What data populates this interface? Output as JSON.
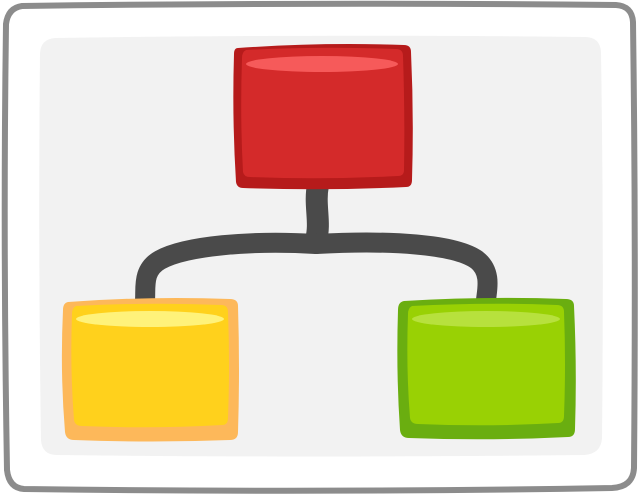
{
  "diagram": {
    "type": "hierarchy",
    "nodes": [
      {
        "id": "root",
        "role": "parent",
        "colors": {
          "body": "#D42A2A",
          "edge": "#B61B1B",
          "highlight": "#F65A5A"
        }
      },
      {
        "id": "left-child",
        "role": "child",
        "colors": {
          "body": "#FFD11C",
          "edge": "#FDB85A",
          "highlight": "#FFF27A"
        }
      },
      {
        "id": "right-child",
        "role": "child",
        "colors": {
          "body": "#99D104",
          "edge": "#6AAE10",
          "highlight": "#B7E13D"
        }
      }
    ],
    "edges": [
      {
        "from": "root",
        "to": "left-child"
      },
      {
        "from": "root",
        "to": "right-child"
      }
    ],
    "colors": {
      "frame_outer": "#8C8C8C",
      "frame_inner_edge": "#D2D2D2",
      "panel": "#F2F2F2",
      "connector": "#4A4A4A"
    }
  }
}
